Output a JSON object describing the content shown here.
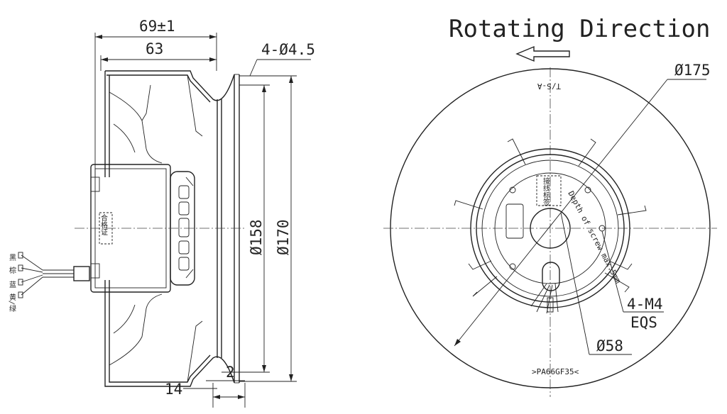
{
  "title": "Rotating Direction",
  "side_view": {
    "dim_overall_depth": "69±1",
    "dim_depth": "63",
    "dim_holes": "4-Ø4.5",
    "dim_inlet_dia": "Ø158",
    "dim_mount_dia": "Ø170",
    "dim_flange": "2",
    "dim_offset": "14",
    "motor_label": "合格证",
    "wire_labels": [
      "黑",
      "棕",
      "蓝",
      "黄/绿"
    ]
  },
  "front_view": {
    "dim_impeller_dia": "Ø175",
    "dim_screws": "4-M4",
    "screw_depth_note": "EQS",
    "dim_hub_dia": "Ø58",
    "hub_text": "Depth of screw max.5mm",
    "label_text": "接线标签",
    "top_mark": "T/S-A",
    "bottom_mark": ">PA66GF35<"
  }
}
